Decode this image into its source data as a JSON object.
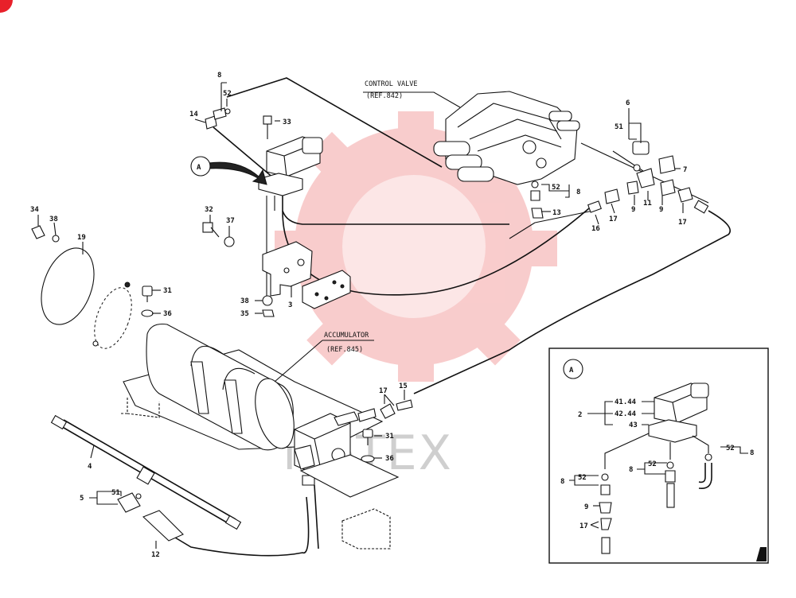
{
  "brand": {
    "watermark_text": "MATEX",
    "watermark_color": "#f4a3a3",
    "corner_color": "#e8202a"
  },
  "callouts": {
    "control_valve": {
      "name": "CONTROL VALVE",
      "ref": "(REF.842)"
    },
    "accumulator": {
      "name": "ACCUMULATOR",
      "ref": "(REF.845)"
    }
  },
  "detail": {
    "view_marker": "A",
    "inset_marker": "A"
  },
  "labels": {
    "p1": "8",
    "p2": "52",
    "p3": "14",
    "p4": "33",
    "p5": "6",
    "p6": "51",
    "p7": "7",
    "p8": "52",
    "p9": "8",
    "p10": "13",
    "p11": "9",
    "p12": "11",
    "p13": "9",
    "p14": "17",
    "p15": "17",
    "p16": "16",
    "p17": "34",
    "p18": "38",
    "p19": "19",
    "p20": "32",
    "p21": "37",
    "p22": "31",
    "p23": "36",
    "p24": "38",
    "p25": "3",
    "p26": "35",
    "p27": "17",
    "p28": "15",
    "p29": "31",
    "p30": "36",
    "p31": "4",
    "p32": "5",
    "p33": "51",
    "p34": "12"
  },
  "inset_labels": {
    "i1": "2",
    "i2": "41.44",
    "i3": "42.44",
    "i4": "43",
    "i5": "52",
    "i6": "8",
    "i7": "8",
    "i8": "52",
    "i9": "8",
    "i10": "52",
    "i11": "9",
    "i12": "17"
  }
}
